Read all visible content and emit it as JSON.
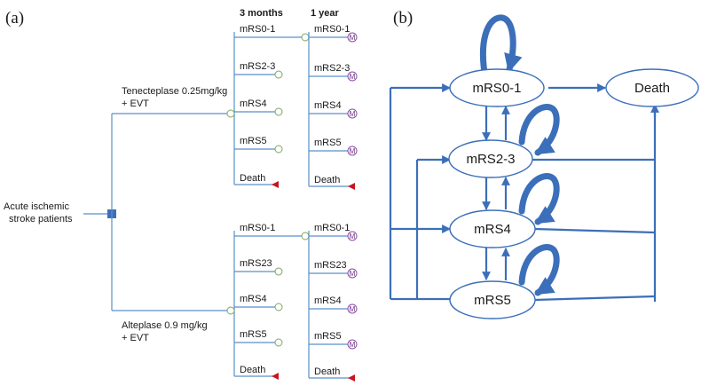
{
  "panel_a": {
    "label": "(a)",
    "root_label": [
      "Acute ischemic",
      "stroke patients"
    ],
    "headers": {
      "t1": "3 months",
      "t2": "1 year"
    },
    "arms": [
      {
        "label": [
          "Tenecteplase 0.25mg/kg",
          "+ EVT"
        ],
        "states_3m": [
          "mRS0-1",
          "mRS2-3",
          "mRS4",
          "mRS5",
          "Death"
        ],
        "states_1y": [
          "mRS0-1",
          "mRS2-3",
          "mRS4",
          "mRS5",
          "Death"
        ]
      },
      {
        "label": [
          "Alteplase 0.9 mg/kg",
          "+ EVT"
        ],
        "states_3m": [
          "mRS0-1",
          "mRS23",
          "mRS4",
          "mRS5",
          "Death"
        ],
        "states_1y": [
          "mRS0-1",
          "mRS23",
          "mRS4",
          "mRS5",
          "Death"
        ]
      }
    ],
    "markov_symbol": "M"
  },
  "panel_b": {
    "label": "(b)",
    "states": [
      "mRS0-1",
      "mRS2-3",
      "mRS4",
      "mRS5"
    ],
    "absorbing": "Death"
  }
}
